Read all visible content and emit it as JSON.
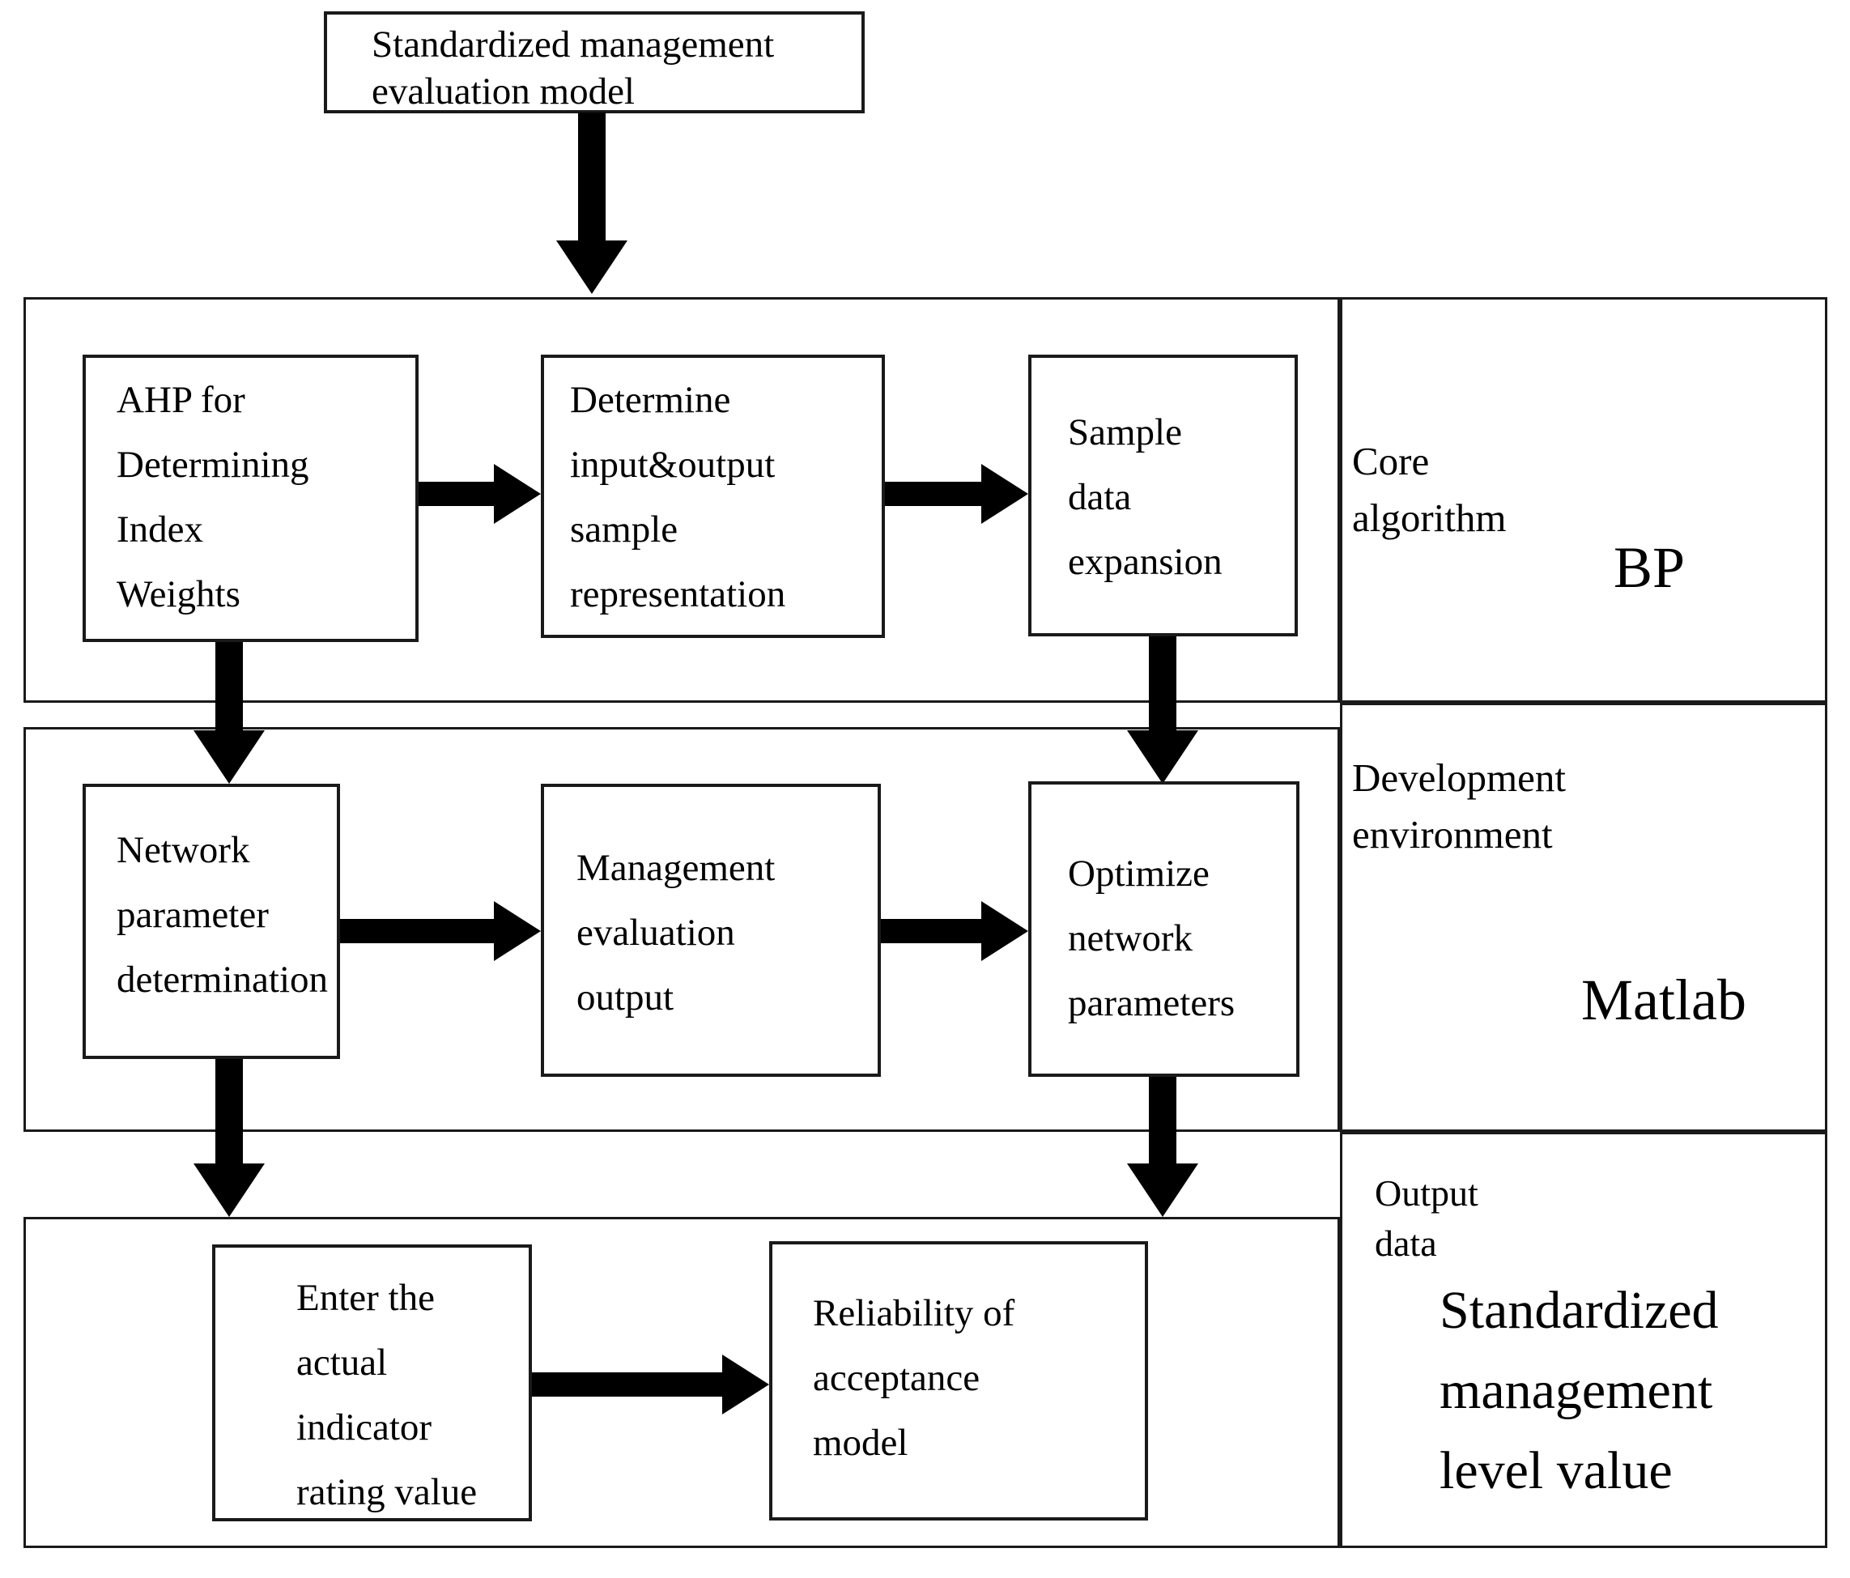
{
  "colors": {
    "line": "#1a1a1a",
    "text": "#000000",
    "arrow": "#000000",
    "background": "#ffffff"
  },
  "title_box": {
    "lines": [
      "Standardized management",
      "evaluation model"
    ]
  },
  "row_core": {
    "boxes": {
      "ahp": {
        "lines": [
          "AHP for",
          "Determining",
          "Index",
          "Weights"
        ]
      },
      "determine": {
        "lines": [
          "Determine",
          "input&output",
          "sample",
          "representation"
        ]
      },
      "sample": {
        "lines": [
          "Sample",
          "data",
          "expansion"
        ]
      }
    },
    "panel": {
      "label_lines": [
        "Core",
        "algorithm"
      ],
      "value": "BP"
    }
  },
  "row_dev": {
    "boxes": {
      "network": {
        "lines": [
          "Network",
          "parameter",
          "determination"
        ]
      },
      "management": {
        "lines": [
          "Management",
          "evaluation",
          "output"
        ]
      },
      "optimize": {
        "lines": [
          "Optimize",
          "network",
          "parameters"
        ]
      }
    },
    "panel": {
      "label_lines": [
        "Development",
        "environment"
      ],
      "value": "Matlab"
    }
  },
  "row_output": {
    "boxes": {
      "enter": {
        "lines": [
          "Enter the",
          "actual",
          "indicator",
          "rating value"
        ]
      },
      "reliability": {
        "lines": [
          "Reliability of",
          "acceptance",
          "model"
        ]
      }
    },
    "panel": {
      "label_lines": [
        "Output",
        "data"
      ],
      "value_lines": [
        "Standardized",
        "management",
        "level value"
      ]
    }
  }
}
